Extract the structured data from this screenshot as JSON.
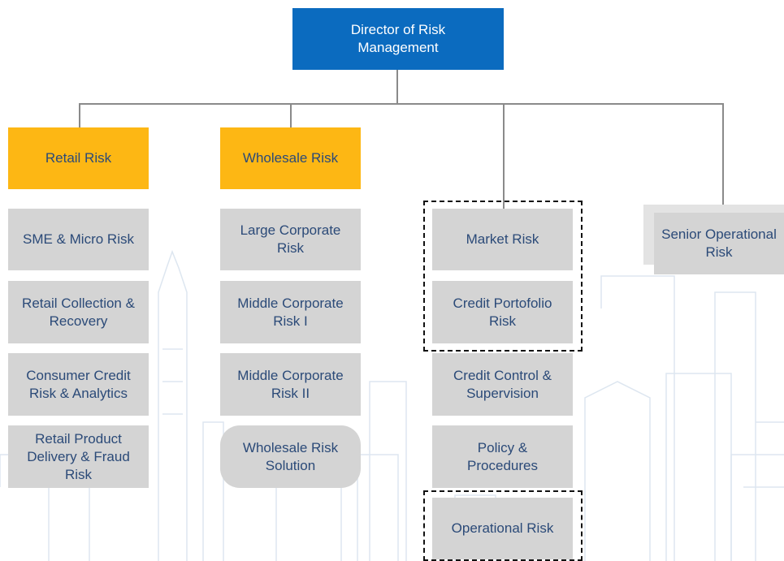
{
  "colors": {
    "top": "#0b6bbf",
    "heading": "#fdb714",
    "unit": "#d4d4d4",
    "text": "#2b4a78"
  },
  "director": {
    "label": "Director of Risk Management"
  },
  "columns": [
    {
      "heading": "Retail Risk",
      "units": [
        "SME & Micro Risk",
        "Retail Collection & Recovery",
        "Consumer Credit Risk & Analytics",
        "Retail Product Delivery & Fraud Risk"
      ]
    },
    {
      "heading": "Wholesale Risk",
      "units": [
        "Large Corporate Risk",
        "Middle Corporate Risk I",
        "Middle Corporate Risk II",
        "Wholesale Risk Solution"
      ]
    },
    {
      "heading": "",
      "units": [
        "Market Risk",
        "Credit Portofolio Risk",
        "Credit Control & Supervision",
        "Policy & Procedures",
        "Operational Risk"
      ]
    },
    {
      "heading": "",
      "units": [
        "Senior Operational Risk"
      ]
    }
  ]
}
